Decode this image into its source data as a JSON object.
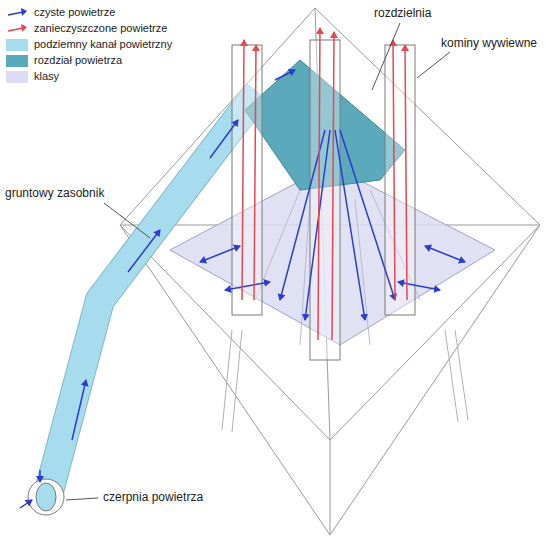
{
  "diagram": {
    "labels": [
      "rozdzielnia",
      "kominy wywiewne",
      "gruntowy zasobnik",
      "czerpnia powietrza"
    ],
    "legend": [
      {
        "text": "czyste powietrze"
      },
      {
        "text": "zanieczyszczone powietrze"
      },
      {
        "text": "podziemny kanał powietrzny",
        "color": "#a6dcee"
      },
      {
        "text": "rozdział powietrza",
        "color": "#5aaabb"
      },
      {
        "text": "klasy",
        "color": "#dcdcf2"
      }
    ]
  }
}
